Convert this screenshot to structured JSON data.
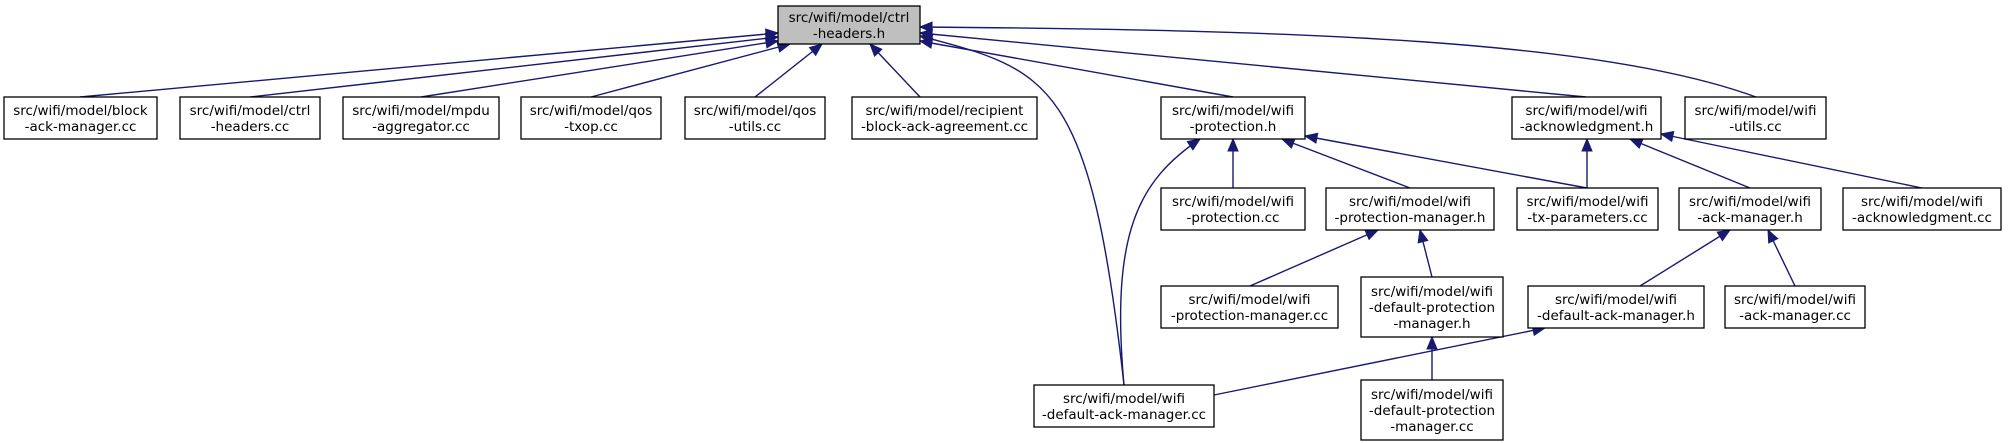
{
  "nodes": {
    "root": [
      "src/wifi/model/ctrl",
      "-headers.h"
    ],
    "block_ack_manager_cc": [
      "src/wifi/model/block",
      "-ack-manager.cc"
    ],
    "ctrl_headers_cc": [
      "src/wifi/model/ctrl",
      "-headers.cc"
    ],
    "mpdu_aggregator_cc": [
      "src/wifi/model/mpdu",
      "-aggregator.cc"
    ],
    "qos_txop_cc": [
      "src/wifi/model/qos",
      "-txop.cc"
    ],
    "qos_utils_cc": [
      "src/wifi/model/qos",
      "-utils.cc"
    ],
    "recipient_block_ack_cc": [
      "src/wifi/model/recipient",
      "-block-ack-agreement.cc"
    ],
    "wifi_protection_h": [
      "src/wifi/model/wifi",
      "-protection.h"
    ],
    "wifi_acknowledgment_h": [
      "src/wifi/model/wifi",
      "-acknowledgment.h"
    ],
    "wifi_utils_cc": [
      "src/wifi/model/wifi",
      "-utils.cc"
    ],
    "wifi_protection_cc": [
      "src/wifi/model/wifi",
      "-protection.cc"
    ],
    "wifi_protection_manager_h": [
      "src/wifi/model/wifi",
      "-protection-manager.h"
    ],
    "wifi_tx_parameters_cc": [
      "src/wifi/model/wifi",
      "-tx-parameters.cc"
    ],
    "wifi_ack_manager_h": [
      "src/wifi/model/wifi",
      "-ack-manager.h"
    ],
    "wifi_acknowledgment_cc": [
      "src/wifi/model/wifi",
      "-acknowledgment.cc"
    ],
    "wifi_protection_manager_cc": [
      "src/wifi/model/wifi",
      "-protection-manager.cc"
    ],
    "wifi_default_protection_manager_h": [
      "src/wifi/model/wifi",
      "-default-protection",
      "-manager.h"
    ],
    "wifi_default_ack_manager_h": [
      "src/wifi/model/wifi",
      "-default-ack-manager.h"
    ],
    "wifi_ack_manager_cc": [
      "src/wifi/model/wifi",
      "-ack-manager.cc"
    ],
    "wifi_default_ack_manager_cc": [
      "src/wifi/model/wifi",
      "-default-ack-manager.cc"
    ],
    "wifi_default_protection_manager_cc": [
      "src/wifi/model/wifi",
      "-default-protection",
      "-manager.cc"
    ]
  },
  "edges": [
    [
      "block_ack_manager_cc",
      "root"
    ],
    [
      "ctrl_headers_cc",
      "root"
    ],
    [
      "mpdu_aggregator_cc",
      "root"
    ],
    [
      "qos_txop_cc",
      "root"
    ],
    [
      "qos_utils_cc",
      "root"
    ],
    [
      "recipient_block_ack_cc",
      "root"
    ],
    [
      "wifi_default_ack_manager_cc",
      "root"
    ],
    [
      "wifi_protection_h",
      "root"
    ],
    [
      "wifi_acknowledgment_h",
      "root"
    ],
    [
      "wifi_utils_cc",
      "root"
    ],
    [
      "wifi_protection_cc",
      "wifi_protection_h"
    ],
    [
      "wifi_protection_manager_h",
      "wifi_protection_h"
    ],
    [
      "wifi_tx_parameters_cc",
      "wifi_protection_h"
    ],
    [
      "wifi_default_ack_manager_cc",
      "wifi_protection_h"
    ],
    [
      "wifi_tx_parameters_cc",
      "wifi_acknowledgment_h"
    ],
    [
      "wifi_ack_manager_h",
      "wifi_acknowledgment_h"
    ],
    [
      "wifi_acknowledgment_cc",
      "wifi_acknowledgment_h"
    ],
    [
      "wifi_protection_manager_cc",
      "wifi_protection_manager_h"
    ],
    [
      "wifi_default_protection_manager_h",
      "wifi_protection_manager_h"
    ],
    [
      "wifi_default_protection_manager_cc",
      "wifi_default_protection_manager_h"
    ],
    [
      "wifi_default_ack_manager_h",
      "wifi_ack_manager_h"
    ],
    [
      "wifi_ack_manager_cc",
      "wifi_ack_manager_h"
    ],
    [
      "wifi_default_ack_manager_cc",
      "wifi_default_ack_manager_h"
    ]
  ],
  "colors": {
    "edge": "#191970",
    "root_fill": "#bfbfbf",
    "node_fill": "#ffffff",
    "node_border": "#000000"
  }
}
